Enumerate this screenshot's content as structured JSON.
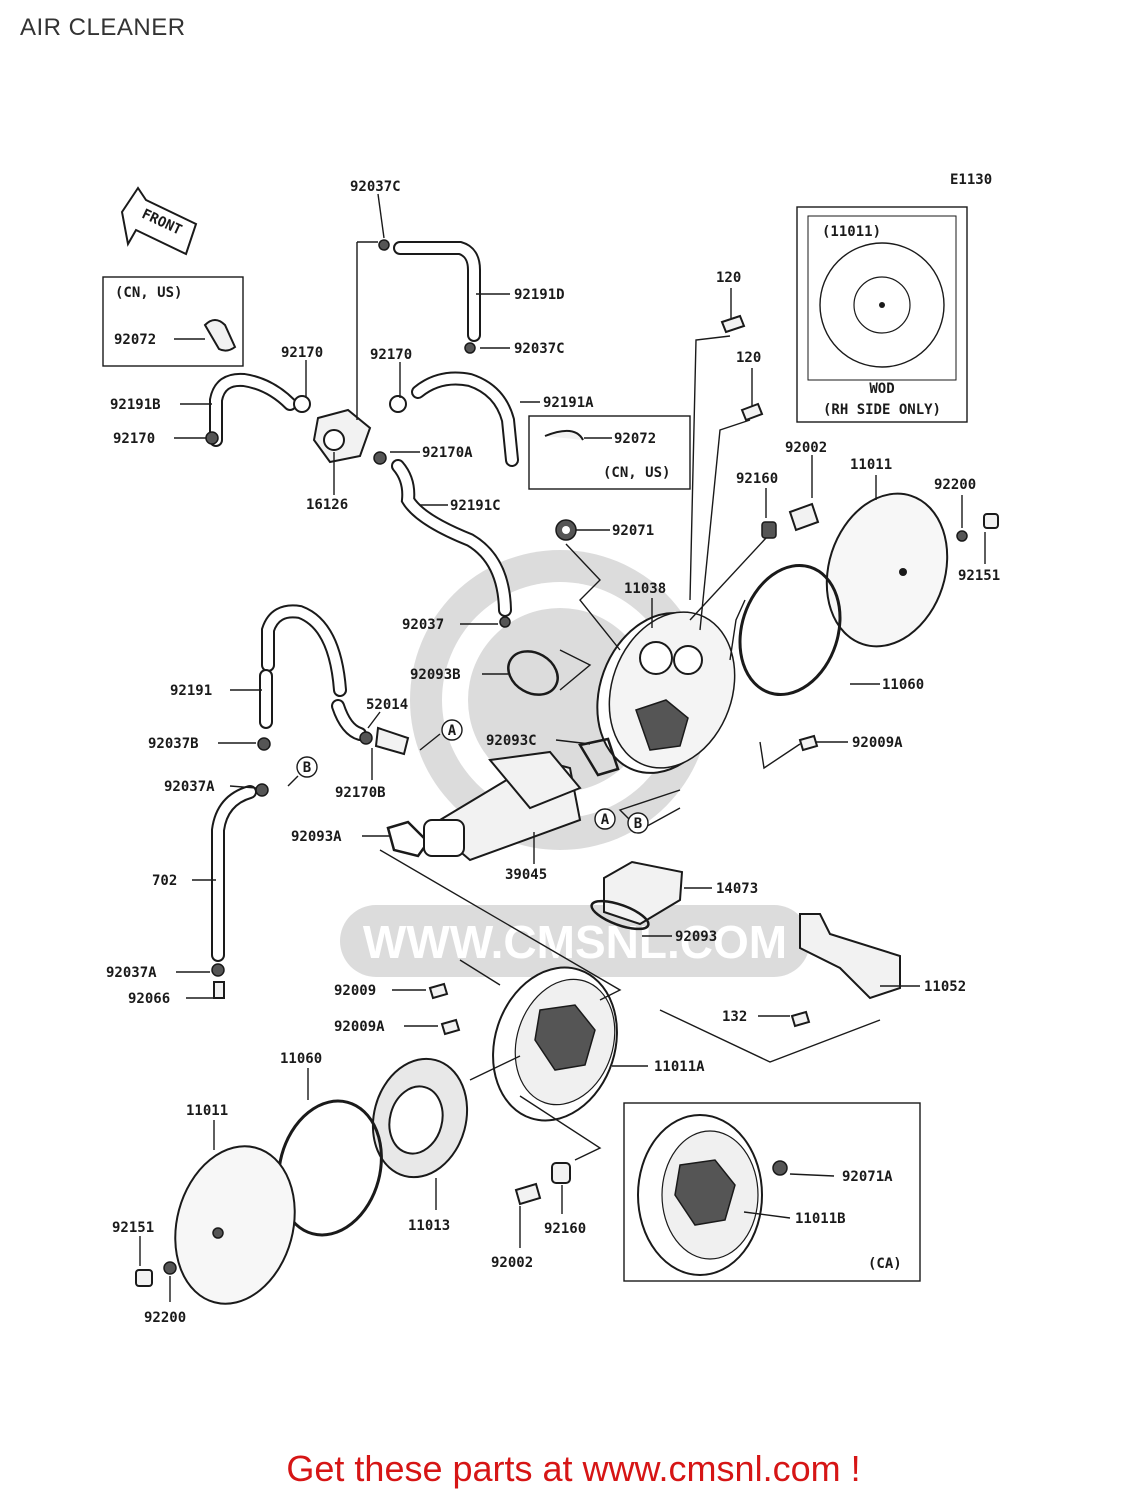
{
  "title": "AIR CLEANER",
  "diagram_code": "E1130",
  "front_label": "FRONT",
  "watermark": "WWW.CMSNL.COM",
  "promo": "Get these parts at www.cmsnl.com !",
  "callouts": {
    "cn_us": "(CN, US)",
    "ca": "(CA)",
    "wod_ref": "(11011)",
    "wod": "WOD",
    "rh_side": "(RH SIDE ONLY)",
    "ref_a": "A",
    "ref_b": "B"
  },
  "parts": {
    "p92037C_top": "92037C",
    "p92191D": "92191D",
    "p92037C": "92037C",
    "p92072_a": "92072",
    "p92170_a": "92170",
    "p92170_b": "92170",
    "p92191B": "92191B",
    "p92191A": "92191A",
    "p92170_c": "92170",
    "p92170A": "92170A",
    "p16126": "16126",
    "p92191C": "92191C",
    "p92072_b": "92072",
    "p92071": "92071",
    "p120_a": "120",
    "p120_b": "120",
    "p92002_a": "92002",
    "p11011_a": "11011",
    "p92200_a": "92200",
    "p92160_a": "92160",
    "p92151_a": "92151",
    "p11038": "11038",
    "p92037": "92037",
    "p92093B": "92093B",
    "p92191": "92191",
    "p52014": "52014",
    "p92037B": "92037B",
    "p92093C": "92093C",
    "p92170B": "92170B",
    "p92037A_a": "92037A",
    "p11060_a": "11060",
    "p92009A_a": "92009A",
    "p92093A": "92093A",
    "p39045": "39045",
    "p702": "702",
    "p14073": "14073",
    "p92093": "92093",
    "p92037A_b": "92037A",
    "p92066": "92066",
    "p92009": "92009",
    "p11052": "11052",
    "p92009A_b": "92009A",
    "p132": "132",
    "p11011A": "11011A",
    "p11060_b": "11060",
    "p11011_b": "11011",
    "p92071A": "92071A",
    "p11011B": "11011B",
    "p11013": "11013",
    "p92151_b": "92151",
    "p92002_b": "92002",
    "p92160_b": "92160",
    "p92200_b": "92200"
  }
}
